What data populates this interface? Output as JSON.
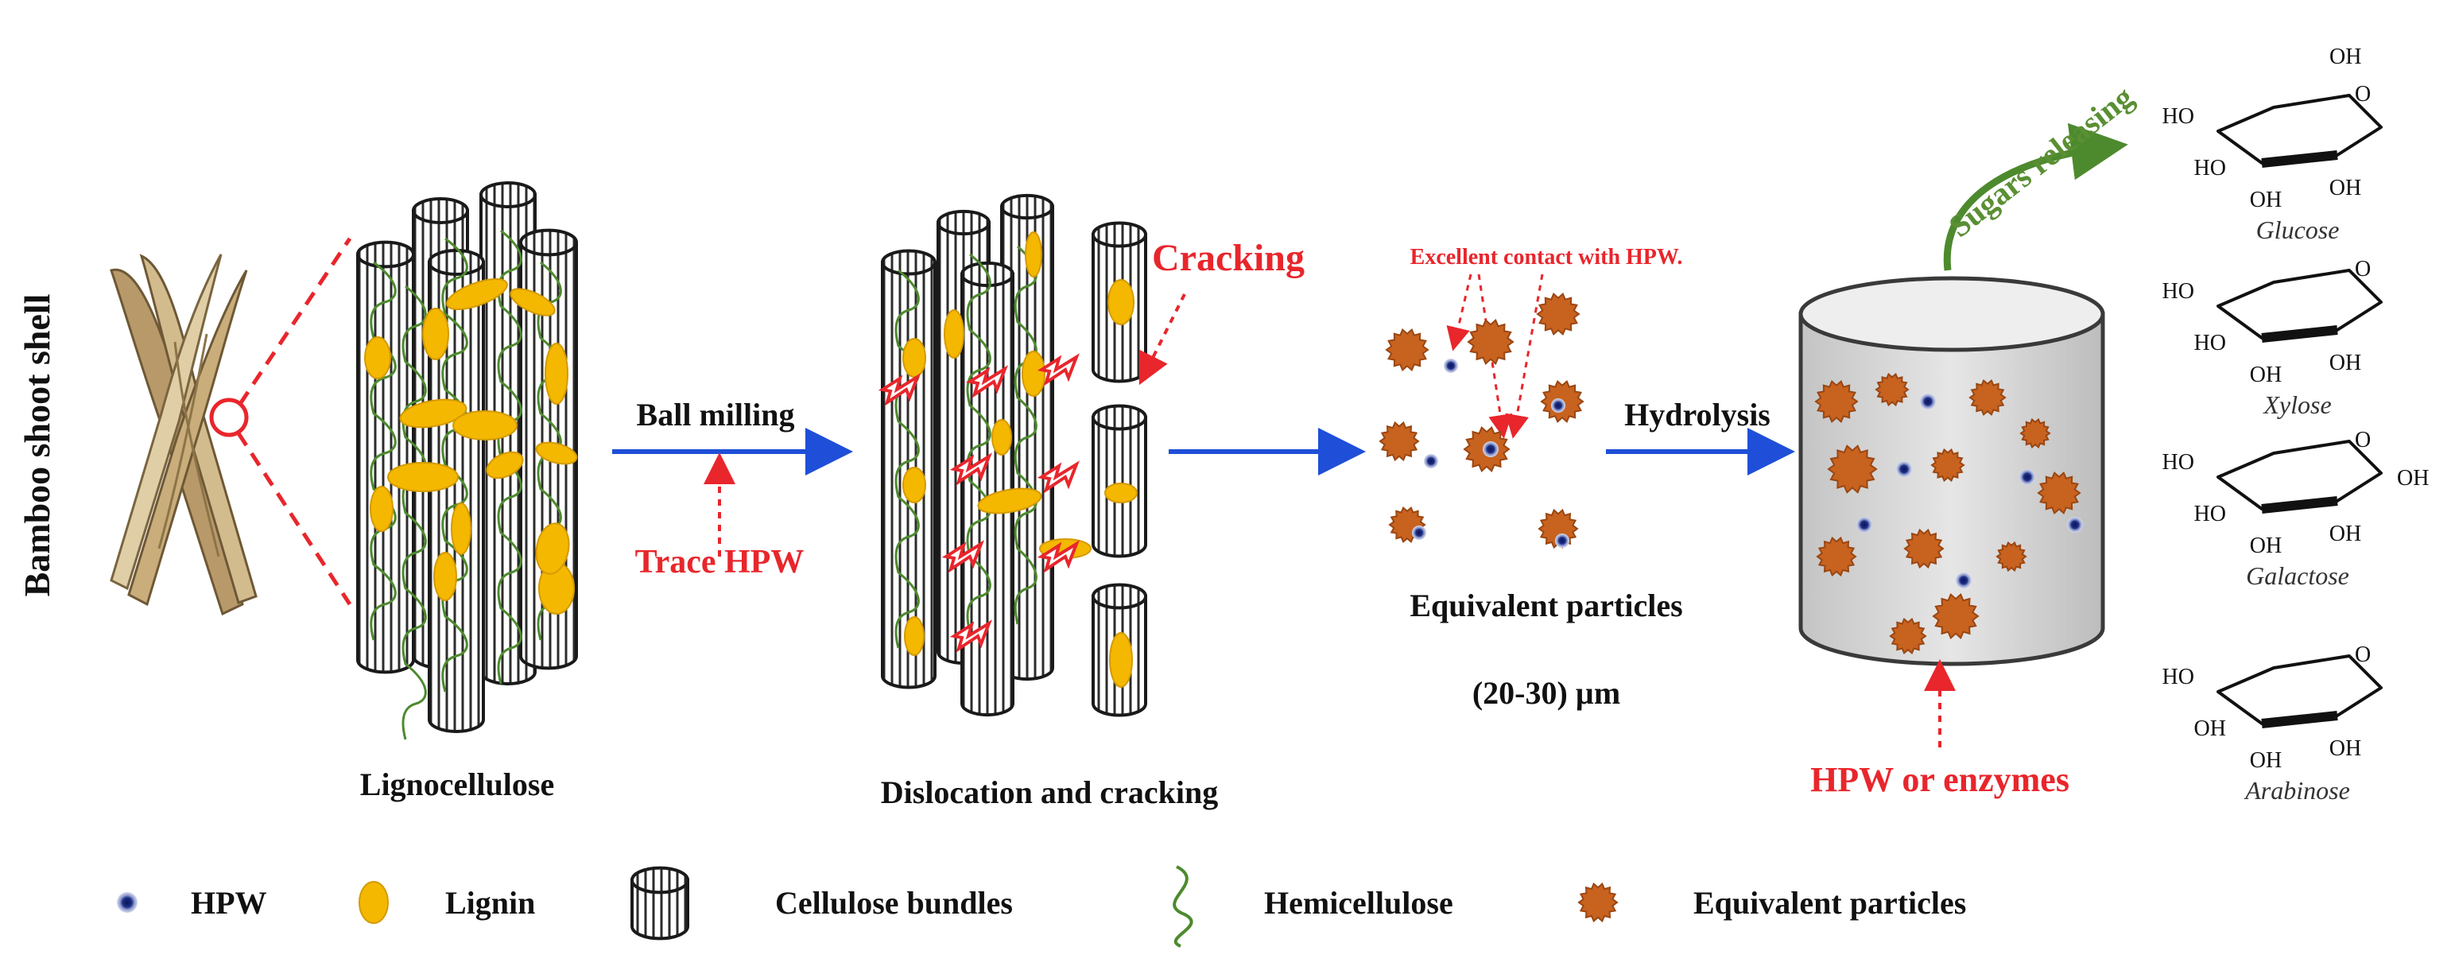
{
  "source_label": "Bamboo shoot shell",
  "stages": {
    "lignocellulose": "Lignocellulose",
    "dislocation": "Dislocation and cracking",
    "particles": "Equivalent particles",
    "size": "(20-30) µm"
  },
  "steps": {
    "ball_milling": "Ball milling",
    "trace_hpw": "Trace HPW",
    "cracking": "Cracking",
    "contact": "Excellent contact with HPW.",
    "hydrolysis": "Hydrolysis",
    "hpw_enzymes": "HPW or enzymes",
    "sugars_releasing": "Sugars releasing"
  },
  "sugars": [
    {
      "name": "Glucose",
      "oh": [
        "OH",
        "HO",
        "HO",
        "OH",
        "OH"
      ]
    },
    {
      "name": "Xylose",
      "oh": [
        "HO",
        "HO",
        "OH",
        "OH"
      ]
    },
    {
      "name": "Galactose",
      "oh": [
        "HO",
        "HO",
        "OH",
        "OH",
        "OH"
      ]
    },
    {
      "name": "Arabinose",
      "oh": [
        "HO",
        "OH",
        "OH",
        "OH"
      ]
    }
  ],
  "ring_oxygen": "O",
  "legend": [
    {
      "key": "hpw",
      "label": "HPW"
    },
    {
      "key": "lignin",
      "label": "Lignin"
    },
    {
      "key": "cellulose",
      "label": "Cellulose bundles"
    },
    {
      "key": "hemicellulose",
      "label": "Hemicellulose"
    },
    {
      "key": "particles",
      "label": "Equivalent particles"
    }
  ],
  "colors": {
    "arrow_blue": "#1f4fd8",
    "accent_red": "#e8262c",
    "hemicellulose_green": "#4d8a2e",
    "lignin_yellow": "#f5b800",
    "particle_orange": "#c8621f",
    "hpw_navy": "#14236b"
  }
}
